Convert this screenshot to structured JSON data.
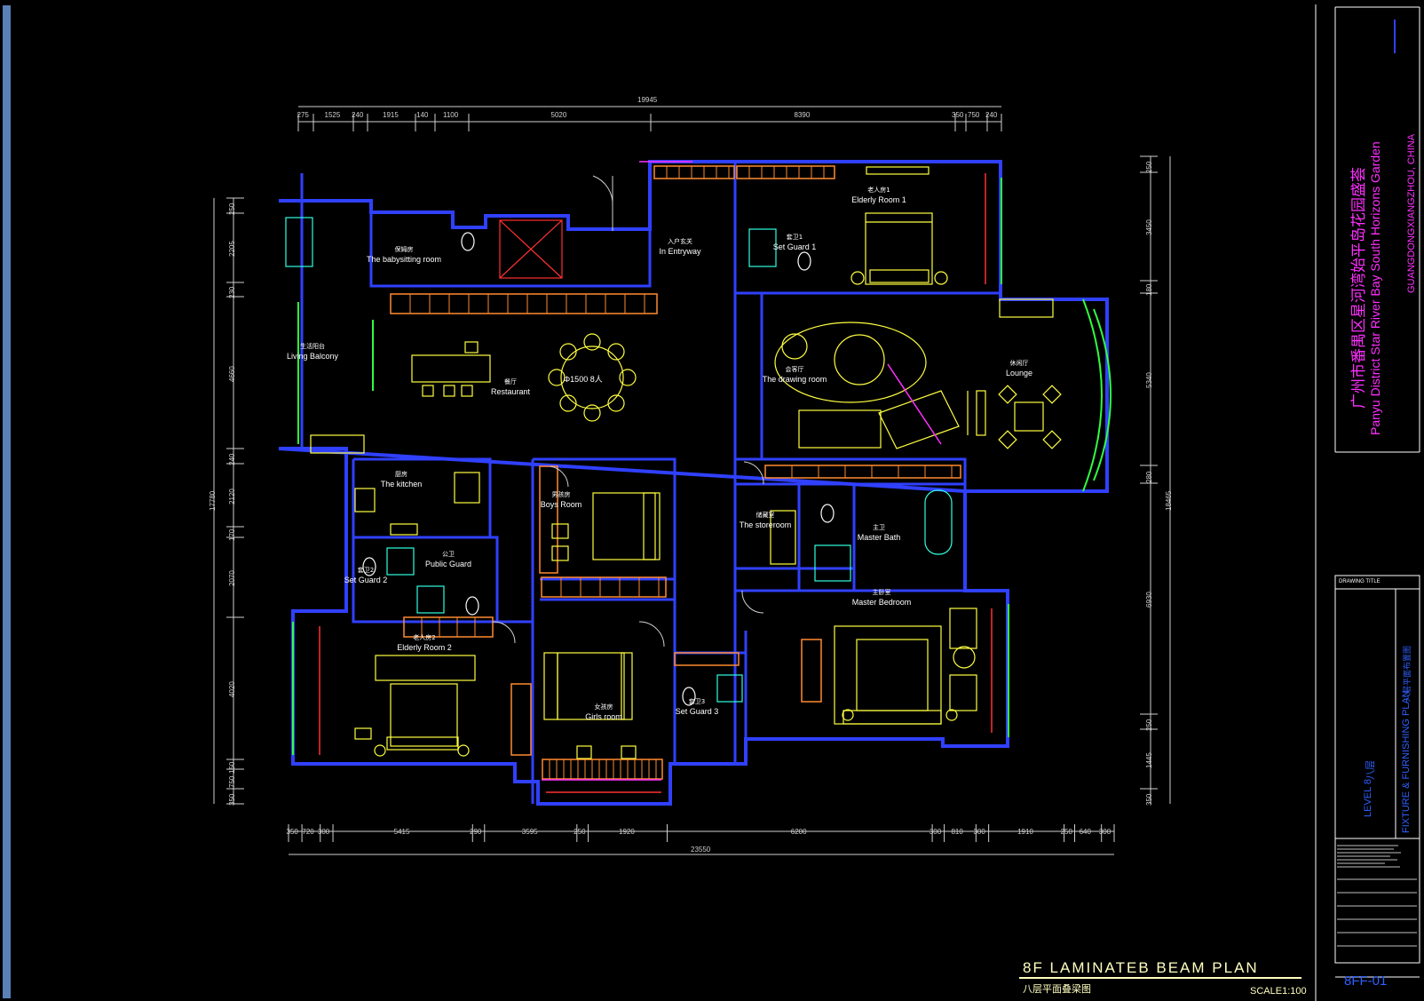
{
  "colors": {
    "wall": "#3040ff",
    "furniture": "#ffff40",
    "cabinet": "#ff8a30",
    "fixture": "#30ffe0",
    "window": "#30ff40",
    "accent": "#ff30ff",
    "dim": "#d0d0d0",
    "frame": "#ffffff",
    "side_bar": "#5a80b8",
    "title": "#ffffc0"
  },
  "dimensions": {
    "overall_top": "19945",
    "top": [
      "275",
      "1525",
      "240",
      "1915",
      "140",
      "1100",
      "5020",
      "8390",
      "350",
      "750",
      "240"
    ],
    "overall_bottom": "23550",
    "bottom": [
      "350",
      "720",
      "300",
      "5415",
      "290",
      "3595",
      "250",
      "1920",
      "6200",
      "300",
      "810",
      "300",
      "1910",
      "250",
      "640",
      "300"
    ],
    "overall_left": "17780",
    "left": [
      "250",
      "2205",
      "230",
      "4660",
      "240",
      "2120",
      "170",
      "2070",
      "4020",
      "150",
      "750",
      "350"
    ],
    "overall_right": "18465",
    "right": [
      "250",
      "3450",
      "180",
      "5340",
      "280",
      "6930",
      "250",
      "1445",
      "350"
    ]
  },
  "rooms": [
    {
      "cn": "保姆房",
      "en": "The babysitting room"
    },
    {
      "cn": "入户玄关",
      "en": "In Entryway"
    },
    {
      "cn": "老人房1",
      "en": "Elderly Room 1"
    },
    {
      "cn": "套卫1",
      "en": "Set Guard 1"
    },
    {
      "cn": "生活阳台",
      "en": "Living Balcony"
    },
    {
      "cn": "餐厅",
      "en": "Restaurant"
    },
    {
      "cn": "会客厅",
      "en": "The drawing room"
    },
    {
      "cn": "休闲厅",
      "en": "Lounge"
    },
    {
      "cn": "厨房",
      "en": "The kitchen"
    },
    {
      "cn": "男孩房",
      "en": "Boys Room"
    },
    {
      "cn": "储藏室",
      "en": "The storeroom"
    },
    {
      "cn": "主卫",
      "en": "Master Bath"
    },
    {
      "cn": "公卫",
      "en": "Public Guard"
    },
    {
      "cn": "套卫2",
      "en": "Set Guard 2"
    },
    {
      "cn": "主卧室",
      "en": "Master Bedroom"
    },
    {
      "cn": "老人房2",
      "en": "Elderly Room 2"
    },
    {
      "cn": "女孩房",
      "en": "Girls room"
    },
    {
      "cn": "套卫3",
      "en": "Set Guard 3"
    }
  ],
  "table_note": "Φ1500 8人",
  "plan_title": "8F LAMINATEB BEAM PLAN",
  "plan_subtitle": "八层平面叠梁图",
  "scale": "SCALE1:100",
  "project": {
    "cn": "广州市番禺区星河湾始平岛花园盛荟",
    "en": "Panyu District Star River Bay South Horizons Garden",
    "city": "GUANGDONGXIANGZHOU, CHINA"
  },
  "title_block": {
    "drawing_title_label": "DRAWING TITLE",
    "drawing_name": "FIXTURE & FURNISHING PLAN",
    "drawing_name_cn": "八层平面布置图",
    "level": "LEVEL 8",
    "level_cn": "八层",
    "sheet_no": "8FF-01"
  }
}
